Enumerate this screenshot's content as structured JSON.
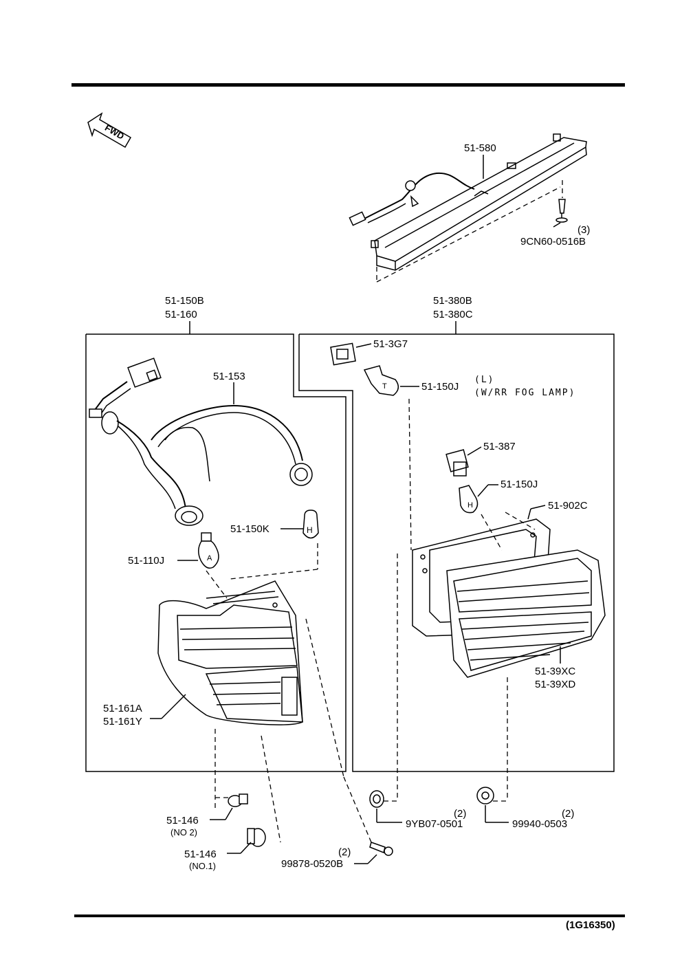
{
  "fwd_label": "FWD",
  "diagram_code": "(1G16350)",
  "third_brake_light": {
    "part": "51-580",
    "screw_qty": "(3)",
    "screw_part": "9CN60-0516B"
  },
  "rear_combination_lamp": {
    "part_a": "51-150B",
    "part_b": "51-160",
    "harness": "51-153",
    "bulb_h": "51-150K",
    "bulb_a": "51-110J",
    "lens_a": "51-161A",
    "lens_b": "51-161Y"
  },
  "rear_lamp_inner": {
    "part_a": "51-380B",
    "part_b": "51-380C",
    "socket_1": "51-3G7",
    "bulb_fog": "51-150J",
    "bulb_fog_note_1": "(L)",
    "bulb_fog_note_2": "(W/RR FOG LAMP)",
    "socket_2": "51-387",
    "bulb_2": "51-150J",
    "gasket": "51-902C",
    "lens_a": "51-39XC",
    "lens_b": "51-39XD"
  },
  "fasteners": {
    "clip_no2_part": "51-146",
    "clip_no2_note": "(NO 2)",
    "clip_no1_part": "51-146",
    "clip_no1_note": "(NO.1)",
    "screw_qty": "(2)",
    "screw_part": "99878-0520B",
    "nut1_qty": "(2)",
    "nut1_part": "9YB07-0501",
    "nut2_qty": "(2)",
    "nut2_part": "99940-0503"
  }
}
